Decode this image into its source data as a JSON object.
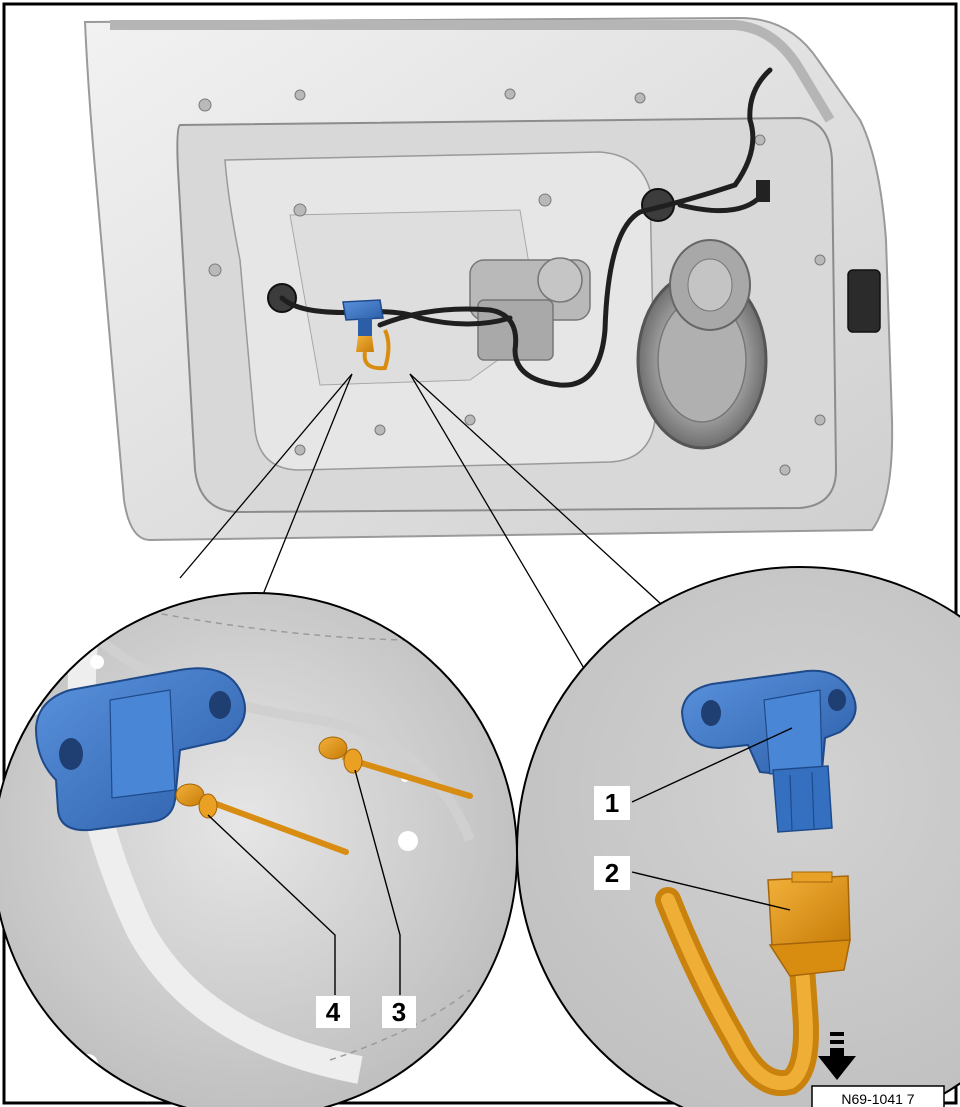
{
  "callouts": [
    {
      "id": "1",
      "label": "1"
    },
    {
      "id": "2",
      "label": "2"
    },
    {
      "id": "3",
      "label": "3"
    },
    {
      "id": "4",
      "label": "4"
    }
  ],
  "reference_code": "N69-1041 7",
  "colors": {
    "sensor": "#3f78c8",
    "connector": "#e79a16",
    "door_panel": "#e2e2e2",
    "zoom_background": "#c9c9c9",
    "wiring": "#222222",
    "frame": "#000000"
  }
}
